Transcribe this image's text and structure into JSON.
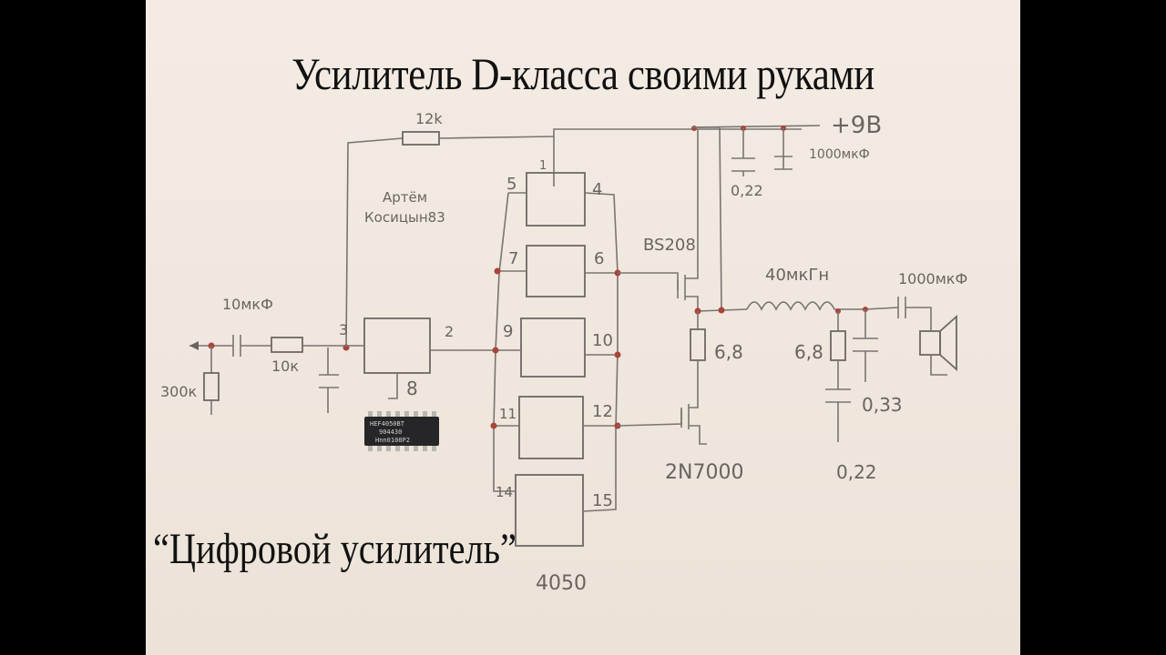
{
  "title": "Усилитель D-класса своими руками",
  "subtitle": "“Цифровой усилитель”",
  "labels": {
    "r_feedback": "12k",
    "power": "+9В",
    "cap_1000": "1000мкФ",
    "cap_022_top": "0,22",
    "author_line1": "Артём",
    "author_line2": "Косицын83",
    "pin1": "1",
    "pin2": "2",
    "pin3": "3",
    "pin4": "4",
    "pin5": "5",
    "pin6": "6",
    "pin7": "7",
    "pin8": "8",
    "pin9": "9",
    "pin10": "10",
    "pin11": "11",
    "pin12": "12",
    "pin14": "14",
    "pin15": "15",
    "mosfet_p": "BS208",
    "mosfet_n": "2N7000",
    "inductor": "40мкГн",
    "cap_out": "1000мкФ",
    "cap_in": "10мкФ",
    "r_in": "10к",
    "r_300": "300к",
    "res_68_a": "6,8",
    "res_68_b": "6,8",
    "cap_033": "0,33",
    "cap_022_bottom": "0,22",
    "chip": "4050",
    "chip_marking_1": "HEF4050BT",
    "chip_marking_2": "904430",
    "chip_marking_3": "Hnn0108P2"
  },
  "colors": {
    "paper": "#efe6dd",
    "ink": "#6a6460",
    "node": "#a8453a"
  }
}
